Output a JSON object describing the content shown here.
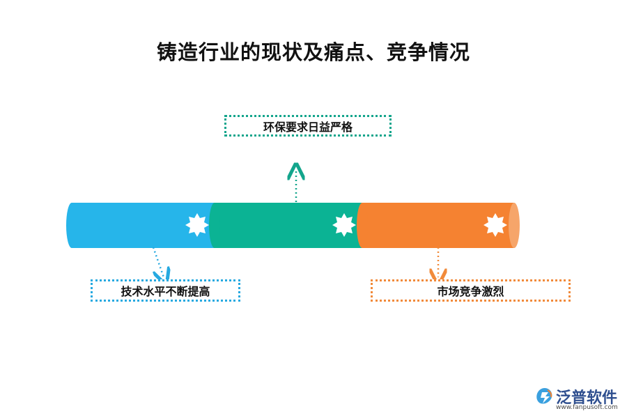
{
  "title": "铸造行业的现状及痛点、竞争情况",
  "labels": {
    "top": "环保要求日益严格",
    "left": "技术水平不断提高",
    "right": "市场竞争激烈"
  },
  "colors": {
    "blue": "#26b5ea",
    "green": "#0bb394",
    "orange": "#f58231",
    "blue_border": "#26a9e0",
    "green_border": "#13a58c",
    "orange_border": "#f18a3a"
  },
  "logo": {
    "name": "泛普软件",
    "url": "www.fanpusoft.com"
  }
}
